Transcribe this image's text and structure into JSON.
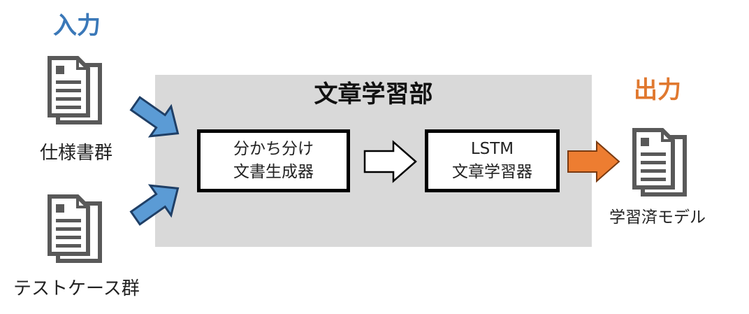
{
  "diagram": {
    "input_heading": "入力",
    "output_heading": "出力",
    "panel_title": "文章学習部",
    "inputs": [
      {
        "label": "仕様書群"
      },
      {
        "label": "テストケース群"
      }
    ],
    "process_boxes": [
      {
        "line1": "分かち分け",
        "line2": "文書生成器"
      },
      {
        "line1": "LSTM",
        "line2": "文章学習器"
      }
    ],
    "output": {
      "label": "学習済モデル"
    }
  },
  "colors": {
    "input_accent": "#3a78b8",
    "output_accent": "#e0782f",
    "panel_bg": "#d9d9d9",
    "blue_arrow": "#5b9bd5",
    "orange_arrow": "#ed7d31",
    "document_icon": "#595959"
  },
  "icons": [
    "document-stack-icon",
    "arrow-right-icon"
  ]
}
